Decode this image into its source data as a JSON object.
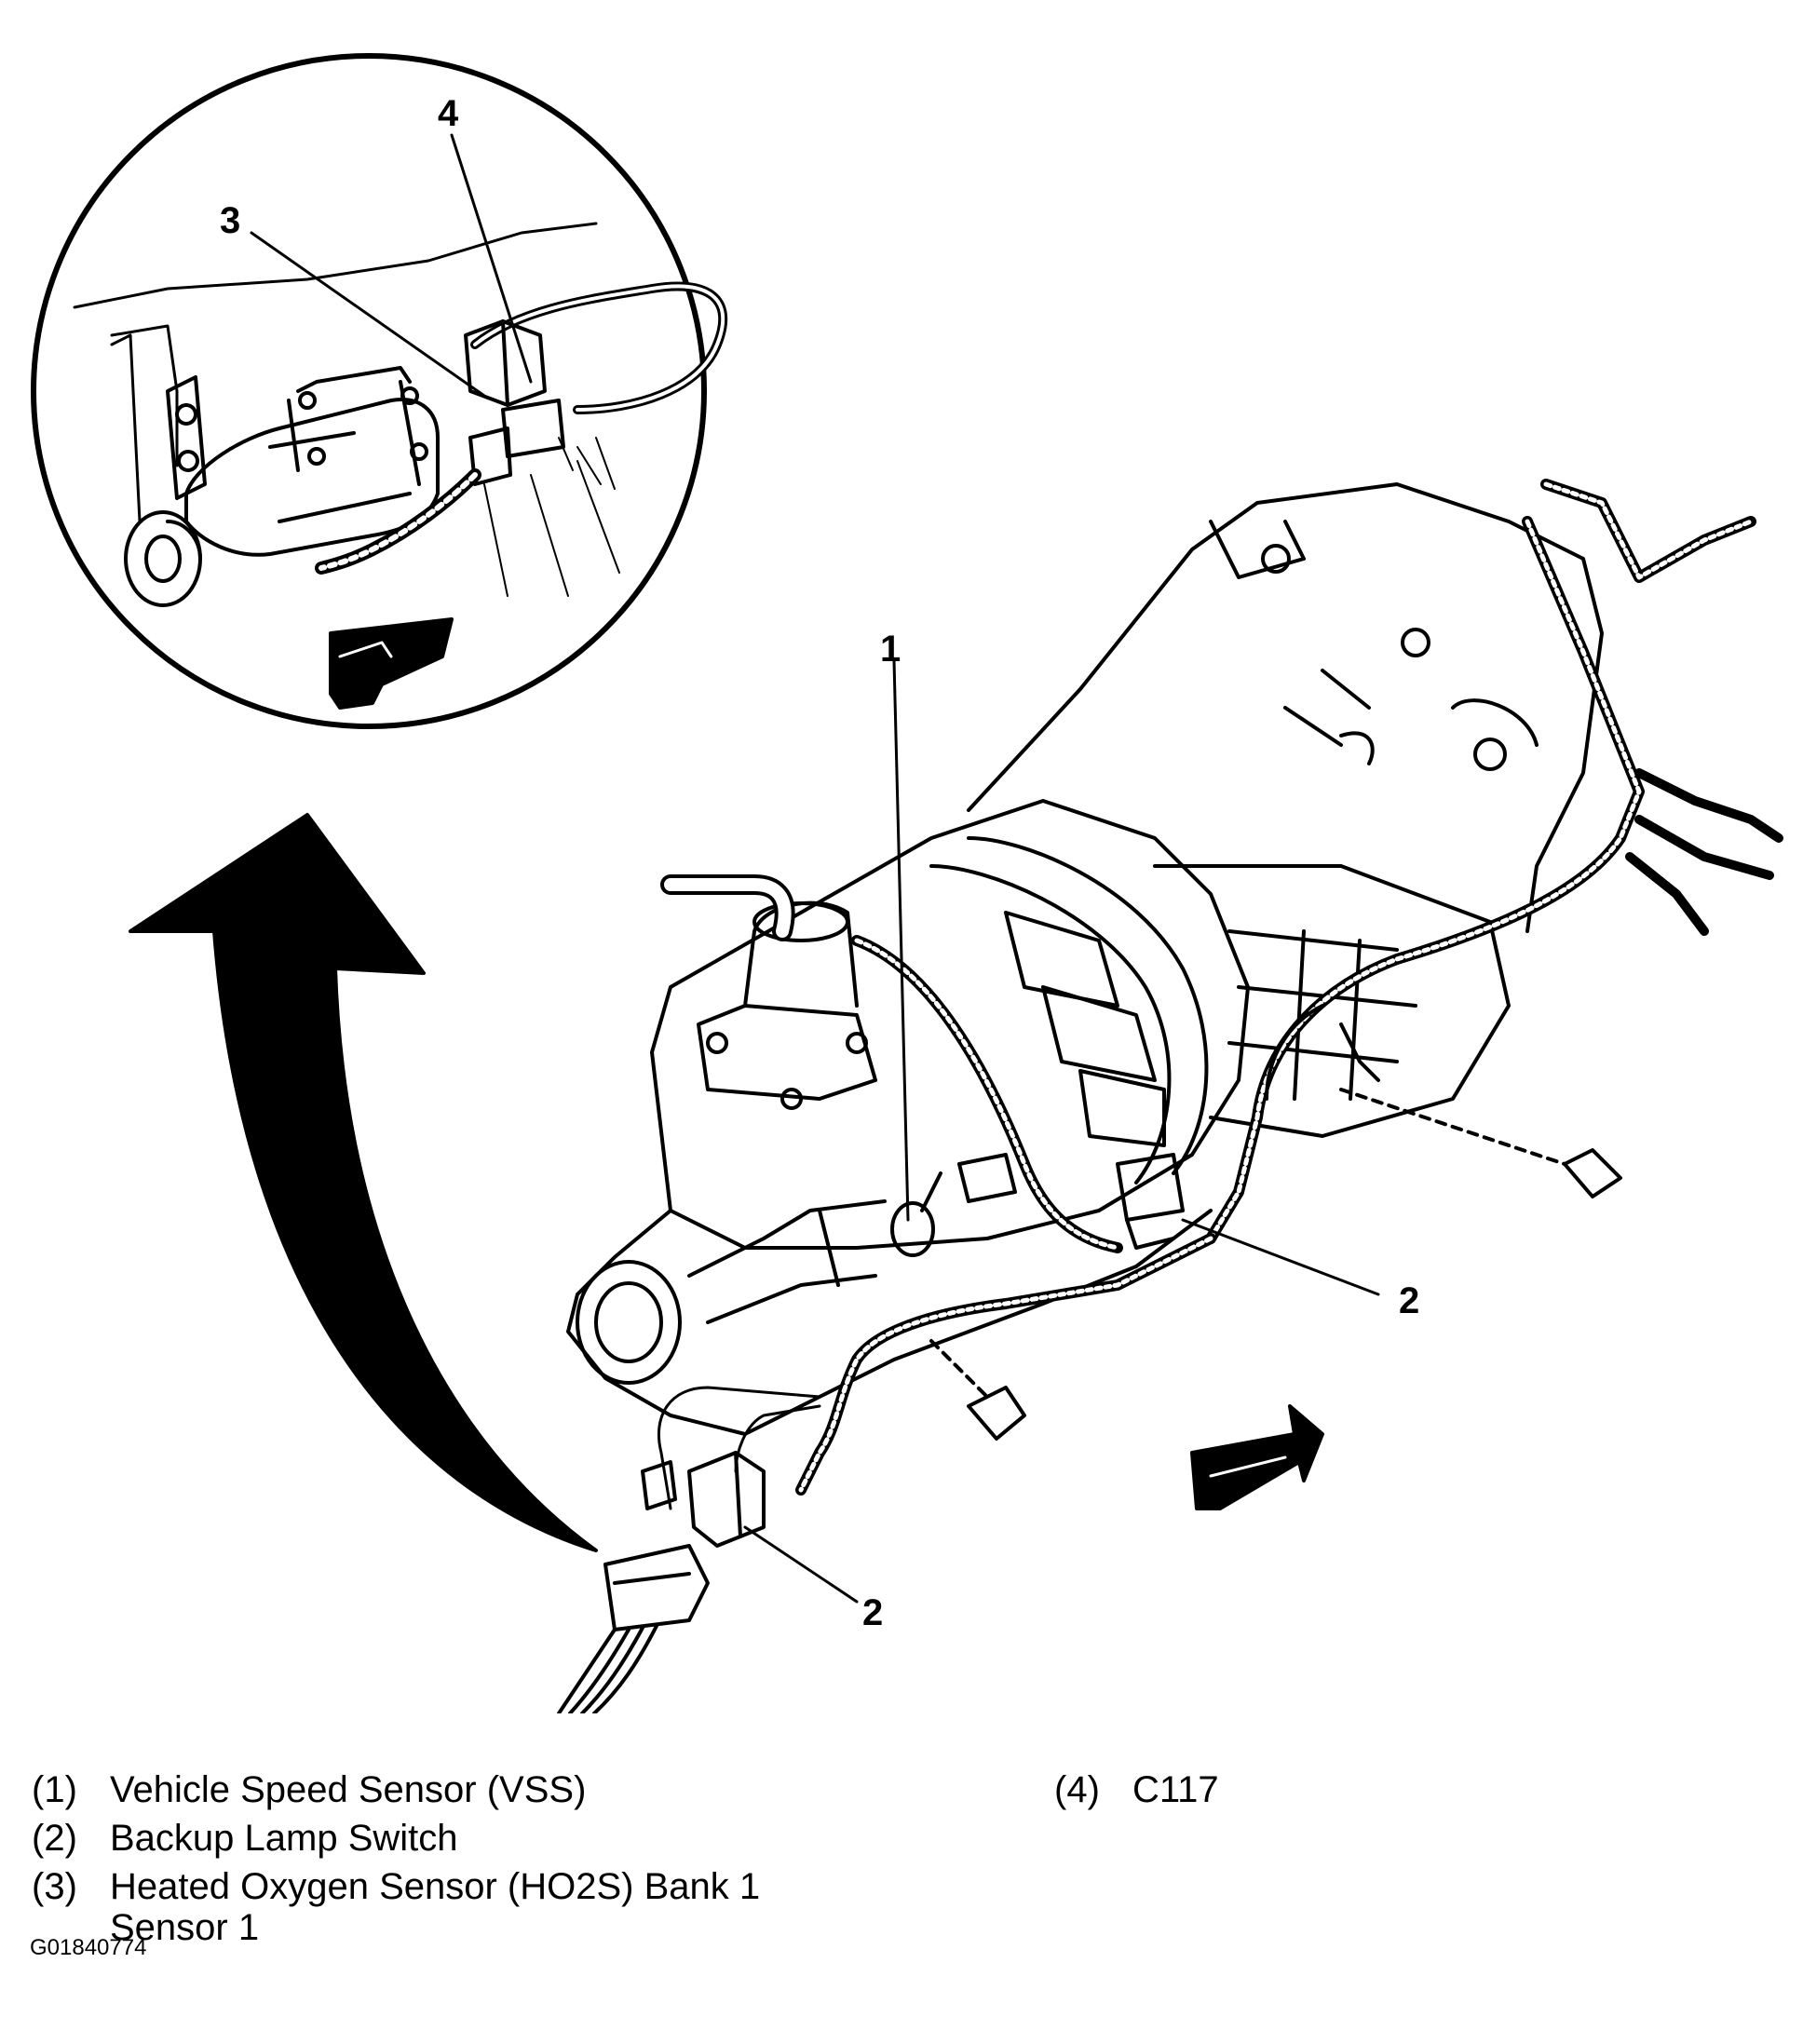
{
  "callouts": {
    "c1": "1",
    "c2a": "2",
    "c2b": "2",
    "c3": "3",
    "c4": "4"
  },
  "legend": [
    {
      "num": "(1)",
      "text": "Vehicle Speed Sensor (VSS)"
    },
    {
      "num": "(2)",
      "text": "Backup Lamp Switch"
    },
    {
      "num": "(3)",
      "text": "Heated Oxygen Sensor (HO2S) Bank 1"
    },
    {
      "num": "",
      "text": "Sensor 1"
    },
    {
      "num": "(4)",
      "text": "C117"
    }
  ],
  "figure_id": "G01840774",
  "icons": [
    "detail-circle",
    "curved-arrow-icon",
    "direction-arrow-icon",
    "transmission",
    "bolt-icon"
  ]
}
